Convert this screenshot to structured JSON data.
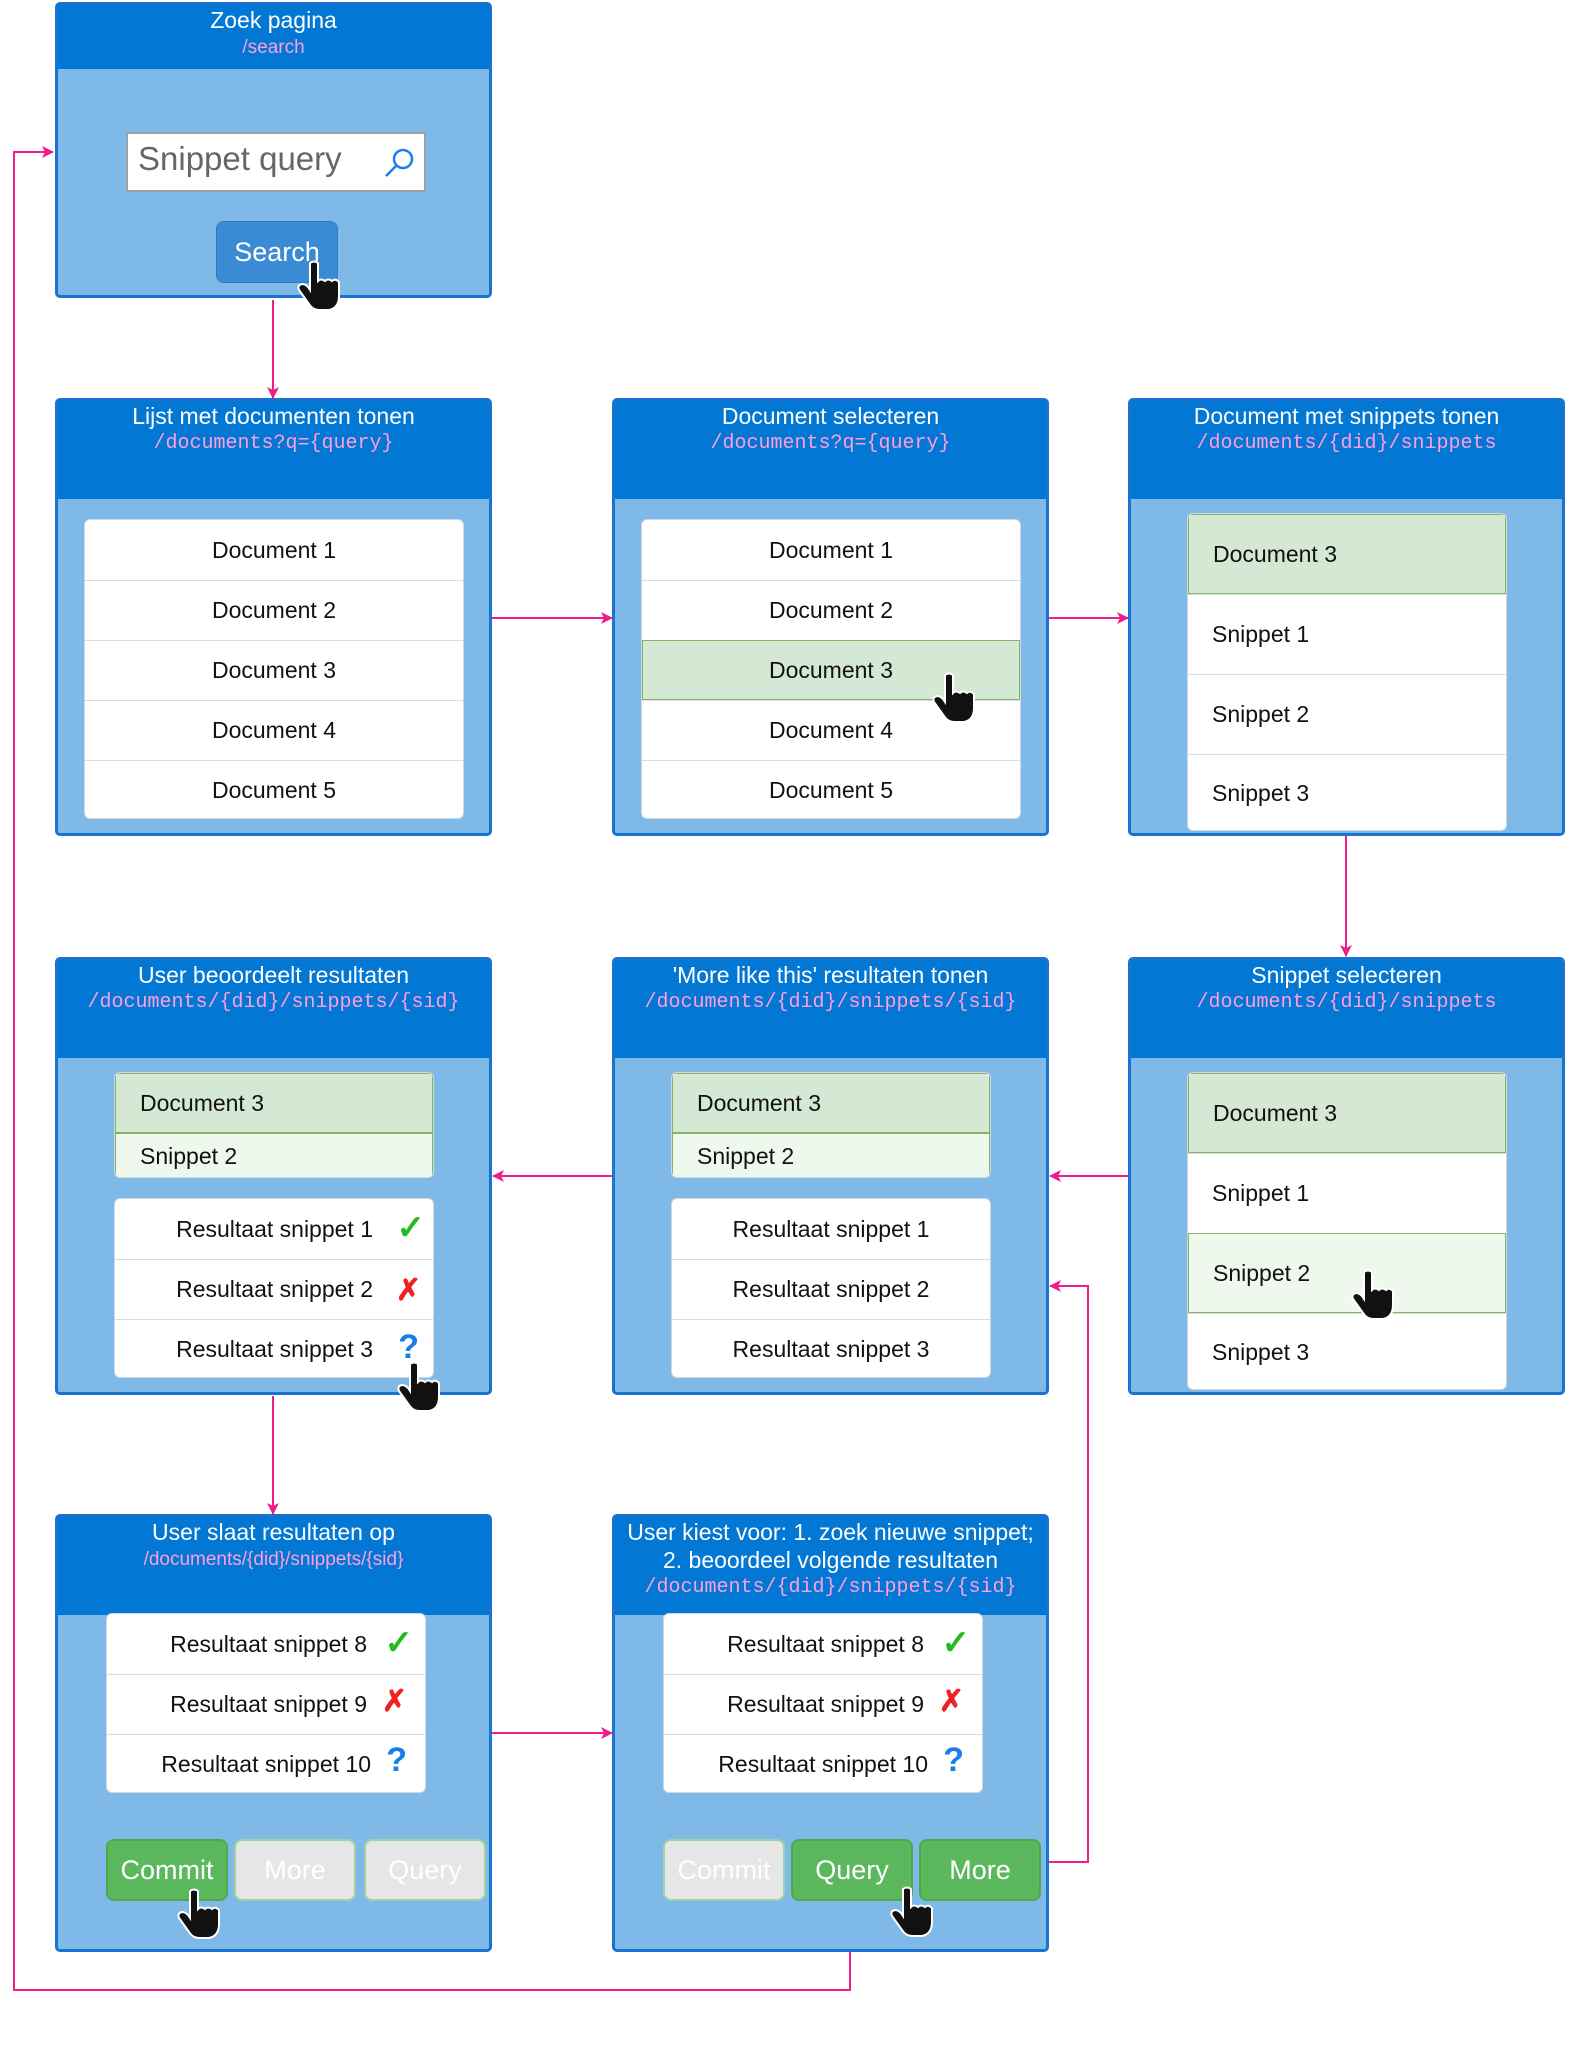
{
  "colors": {
    "panel_fill": "#7fb9e8",
    "panel_border": "#1a73d1",
    "panel_header": "#0277d4",
    "route_text": "#ff9ee0",
    "arrow": "#ee1d8a",
    "selected_fill": "#d5e8d4",
    "selected_border": "#82b366",
    "button_green": "#5cb85c",
    "button_blue": "#3a8ad4",
    "check": "#22bb22",
    "cross": "#ee2222",
    "question": "#1a7ee8"
  },
  "search_page": {
    "title": "Zoek pagina",
    "route": "/search",
    "input_value": "Snippet query",
    "search_icon": "search-icon",
    "button_label": "Search",
    "cursor_icon": "pointer-hand-icon"
  },
  "documents_list": {
    "title": "Lijst met documenten tonen",
    "route": "/documents?q={query}",
    "items": [
      "Document 1",
      "Document 2",
      "Document 3",
      "Document 4",
      "Document 5"
    ]
  },
  "document_select": {
    "title": "Document selecteren",
    "route": "/documents?q={query}",
    "items": [
      "Document 1",
      "Document 2",
      "Document 3",
      "Document 4",
      "Document 5"
    ],
    "selected": "Document 3"
  },
  "document_snippets": {
    "title": "Document met snippets tonen",
    "route": "/documents/{did}/snippets",
    "document": "Document 3",
    "snippets": [
      "Snippet 1",
      "Snippet 2",
      "Snippet 3"
    ]
  },
  "snippet_select": {
    "title": "Snippet selecteren",
    "route": "/documents/{did}/snippets",
    "document": "Document 3",
    "snippets": [
      "Snippet 1",
      "Snippet 2",
      "Snippet 3"
    ],
    "selected": "Snippet 2"
  },
  "more_like_this": {
    "title": "'More like this' resultaten tonen",
    "route": "/documents/{did}/snippets/{sid}",
    "document": "Document 3",
    "snippet": "Snippet 2",
    "results": [
      "Resultaat snippet 1",
      "Resultaat snippet 2",
      "Resultaat snippet 3"
    ]
  },
  "user_rates": {
    "title": "User beoordeelt resultaten",
    "route": "/documents/{did}/snippets/{sid}",
    "document": "Document 3",
    "snippet": "Snippet 2",
    "results": [
      {
        "label": "Resultaat snippet 1",
        "mark": "✓",
        "icon": "check-icon"
      },
      {
        "label": "Resultaat snippet 2",
        "mark": "✗",
        "icon": "cross-icon"
      },
      {
        "label": "Resultaat snippet 3",
        "mark": "?",
        "icon": "question-icon"
      }
    ]
  },
  "user_saves": {
    "title": "User slaat resultaten op",
    "route": "/documents/{did}/snippets/{sid}",
    "results": [
      {
        "label": "Resultaat snippet 8",
        "mark": "✓",
        "icon": "check-icon"
      },
      {
        "label": "Resultaat snippet 9",
        "mark": "✗",
        "icon": "cross-icon"
      },
      {
        "label": "Resultaat snippet 10",
        "mark": "?",
        "icon": "question-icon"
      }
    ],
    "buttons": [
      "Commit",
      "More",
      "Query"
    ]
  },
  "user_chooses": {
    "title_line1": "User kiest voor: 1. zoek nieuwe snippet;",
    "title_line2": "2. beoordeel volgende resultaten",
    "route": "/documents/{did}/snippets/{sid}",
    "results": [
      {
        "label": "Resultaat snippet 8",
        "mark": "✓",
        "icon": "check-icon"
      },
      {
        "label": "Resultaat snippet 9",
        "mark": "✗",
        "icon": "cross-icon"
      },
      {
        "label": "Resultaat snippet 10",
        "mark": "?",
        "icon": "question-icon"
      }
    ],
    "buttons": [
      "Commit",
      "Query",
      "More"
    ]
  }
}
